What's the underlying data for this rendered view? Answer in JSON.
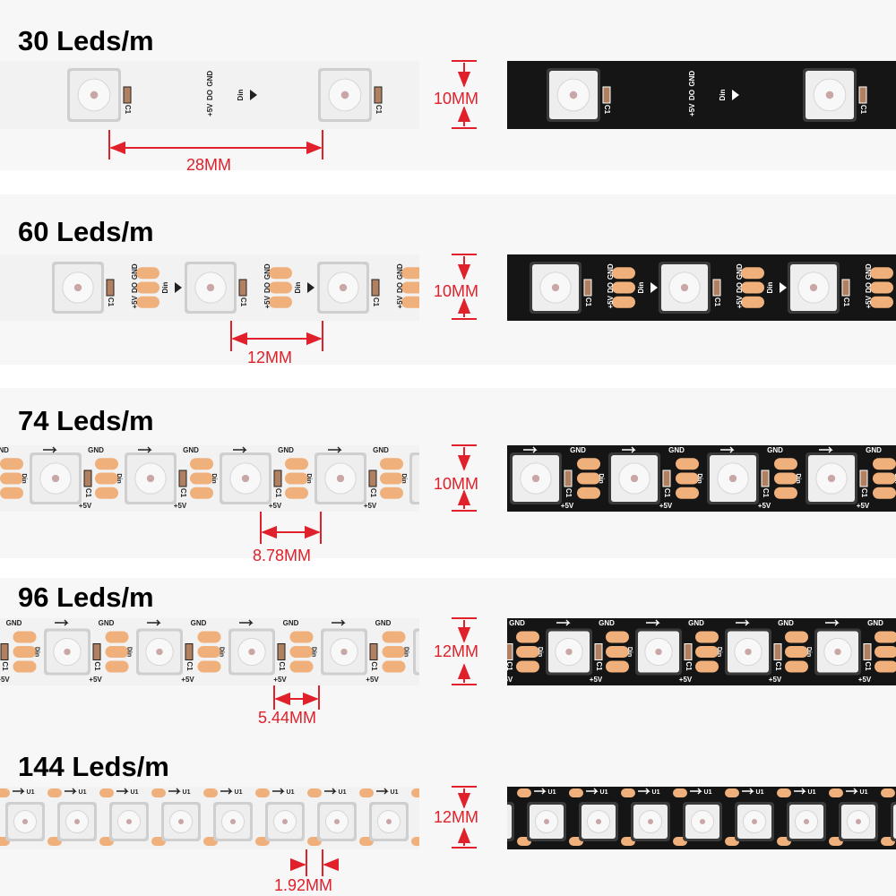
{
  "colors": {
    "white_strip": "#f2f2f2",
    "black_strip": "#151515",
    "copper_pad": "#f0b07c",
    "led_body": "#eeeeee",
    "dimension_red": "#e0202a"
  },
  "rows": [
    {
      "title": "30 Leds/m",
      "pitch_label": "28MM",
      "width_label": "10MM",
      "silkscreen": {
        "ground": "GND",
        "data_out": "DO",
        "data_in": "Din",
        "power": "+5V",
        "capacitor": "C1"
      }
    },
    {
      "title": "60 Leds/m",
      "pitch_label": "12MM",
      "width_label": "10MM",
      "silkscreen": {
        "ground": "GND",
        "data_out": "DO",
        "data_in": "Din",
        "power": "+5V",
        "capacitor": "C1"
      }
    },
    {
      "title": "74 Leds/m",
      "pitch_label": "8.78MM",
      "width_label": "10MM",
      "silkscreen": {
        "ground": "GND",
        "data_in": "Din",
        "power": "+5V",
        "capacitor": "C1"
      }
    },
    {
      "title": "96 Leds/m",
      "pitch_label": "5.44MM",
      "width_label": "12MM",
      "silkscreen": {
        "ground": "GND",
        "data_in": "Din",
        "power": "+5V",
        "capacitor": "C1"
      }
    },
    {
      "title": "144 Leds/m",
      "pitch_label": "1.92MM",
      "width_label": "12MM",
      "silkscreen": {
        "chip": "U1"
      }
    }
  ]
}
